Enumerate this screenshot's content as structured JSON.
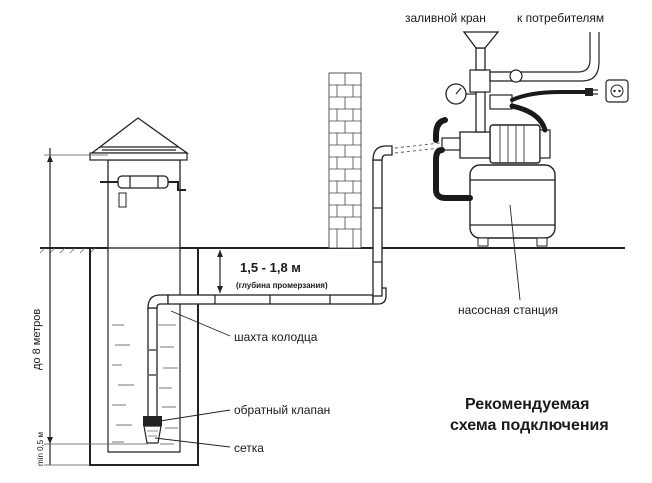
{
  "labels": {
    "filling_tap": "заливной кран",
    "to_consumers": "к потребителям",
    "depth_range": "1,5 - 1,8 м",
    "freezing_depth": "(глубина промерзания)",
    "pump_station": "насосная станция",
    "well_shaft": "шахта колодца",
    "check_valve": "обратный клапан",
    "strainer": "сетка",
    "up_to_8m": "до 8 метров",
    "min_05m": "min 0,5 м"
  },
  "title": {
    "line1": "Рекомендуемая",
    "line2": "схема подключения"
  },
  "colors": {
    "line": "#222222",
    "background": "#ffffff"
  }
}
